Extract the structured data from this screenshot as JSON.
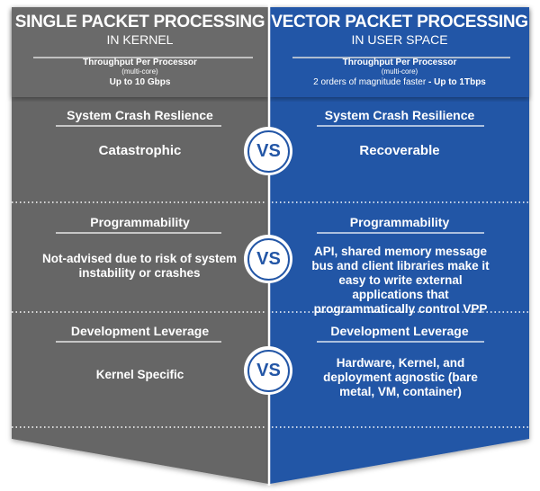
{
  "colors": {
    "left": "#666666",
    "left_header": "#6b6b6b",
    "right": "#2356a6",
    "right_header": "#2457a7"
  },
  "left": {
    "title": "SINGLE PACKET PROCESSING",
    "subtitle": "IN KERNEL",
    "throughput_label": "Throughput Per Processor",
    "throughput_note": "(multi-core)",
    "throughput_value": "Up to 10 Gbps",
    "sections": [
      {
        "heading": "System Crash Reslience",
        "value": "Catastrophic"
      },
      {
        "heading": "Programmability",
        "value": "Not-advised due to risk of system instability or crashes"
      },
      {
        "heading": "Development Leverage",
        "value": "Kernel Specific"
      }
    ]
  },
  "right": {
    "title": "VECTOR PACKET PROCESSING",
    "subtitle": "IN USER SPACE",
    "throughput_label": "Throughput Per Processor",
    "throughput_note": "(multi-core)",
    "throughput_prefix": "2 orders of magnitude faster",
    "throughput_value": "- Up to 1Tbps",
    "sections": [
      {
        "heading": "System Crash Resilience",
        "value": "Recoverable"
      },
      {
        "heading": "Programmability",
        "value": "API, shared memory message bus and client libraries make it easy to write external applications that programmatically control VPP"
      },
      {
        "heading": "Development Leverage",
        "value": "Hardware, Kernel, and deployment agnostic (bare metal, VM, container)"
      }
    ]
  },
  "vs_label": "VS"
}
